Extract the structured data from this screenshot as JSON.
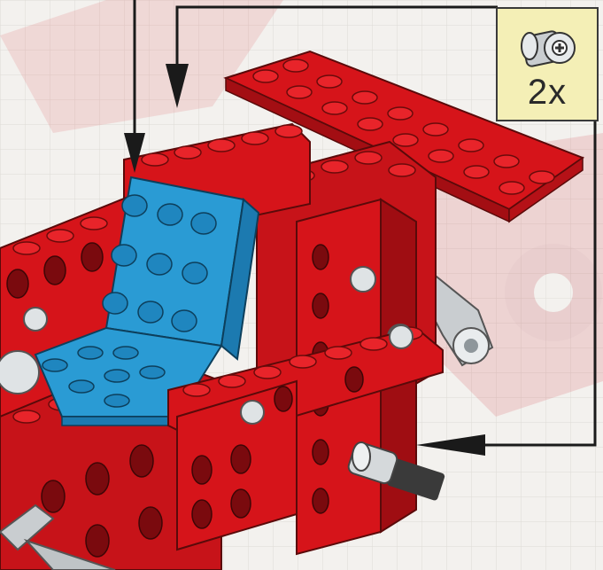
{
  "instruction": {
    "callout": {
      "quantity_label": "2x",
      "part_icon": "technic-bush-icon",
      "background_color": "#f4efb6"
    },
    "model_colors": {
      "main": "#d6141a",
      "seat": "#2a9bd4",
      "new_parts": "#bfc4c6"
    },
    "arrows": [
      "pointer-arrow-seat",
      "pointer-arrow-plate",
      "pointer-arrow-axle"
    ]
  }
}
